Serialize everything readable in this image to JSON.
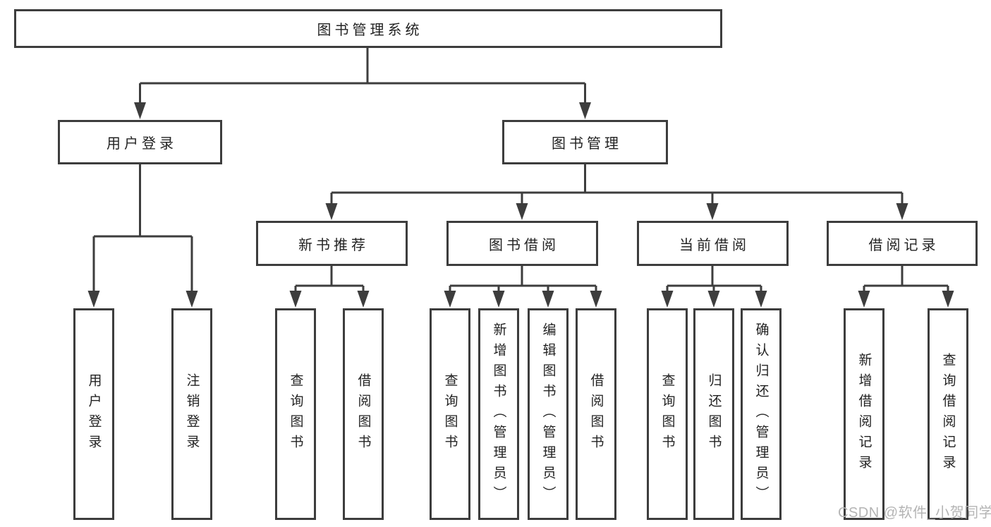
{
  "colors": {
    "background": "#ffffff",
    "line": "#3d3d3d",
    "box_border": "#3d3d3d",
    "box_fill": "#ffffff",
    "text": "#232323",
    "watermark": "#b4b4b4"
  },
  "watermark": "CSDN @软件_小贺同学",
  "tree": {
    "root": {
      "label": "图书管理系统"
    },
    "user_login": {
      "label": "用户登录",
      "leaves": [
        "用户登录",
        "注销登录"
      ]
    },
    "book_mgmt": {
      "label": "图书管理",
      "sections": {
        "new_book": {
          "label": "新书推荐",
          "leaves": [
            "查询图书",
            "借阅图书"
          ]
        },
        "book_borrow": {
          "label": "图书借阅",
          "leaves": [
            "查询图书",
            "新增图书（管理员）",
            "编辑图书（管理员）",
            "借阅图书"
          ]
        },
        "current_borrow": {
          "label": "当前借阅",
          "leaves": [
            "查询图书",
            "归还图书",
            "确认归还（管理员）"
          ]
        },
        "borrow_record": {
          "label": "借阅记录",
          "leaves": [
            "新增借阅记录",
            "查询借阅记录"
          ]
        }
      }
    }
  }
}
